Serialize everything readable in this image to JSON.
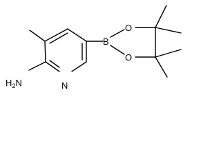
{
  "molecule": {
    "atoms": {
      "amine_h": "H",
      "amine_h_count": "2",
      "amine_n": "N",
      "ring_n": "N",
      "boron": "B",
      "oxygen_top": "O",
      "oxygen_bottom": "O"
    },
    "colors": {
      "bond": "#000000",
      "label": "#000000",
      "background": "#ffffff"
    }
  }
}
